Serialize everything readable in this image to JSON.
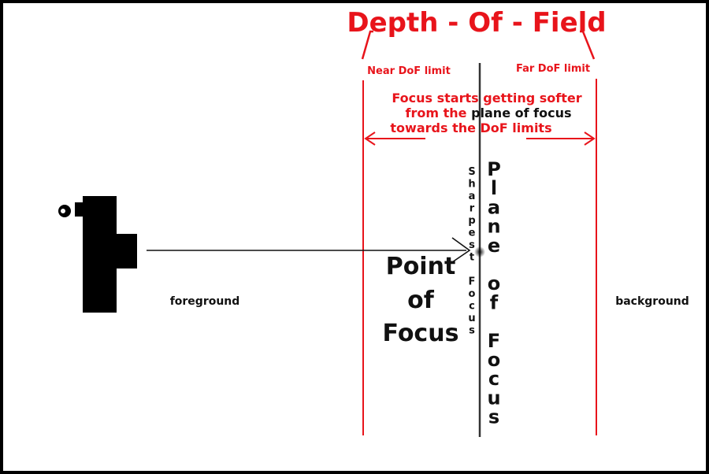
{
  "title": "Depth - Of - Field",
  "near_limit": "Near DoF limit",
  "far_limit": "Far DoF limit",
  "note": {
    "line1": "Focus starts getting softer",
    "line2_red": "from the",
    "line2_black": "plane of focus",
    "line3": "towards the DoF limits"
  },
  "point_of_focus": [
    "Point",
    "of",
    "Focus"
  ],
  "plane_of_focus": "Plane of Focus",
  "sharpest_focus": "Sharpest Focus",
  "foreground": "foreground",
  "background": "background",
  "colors": {
    "accent": "#e8141b",
    "ink": "#111111",
    "paper": "#ffffff",
    "frame": "#000000"
  },
  "icons": {
    "camera": "camera-icon"
  }
}
